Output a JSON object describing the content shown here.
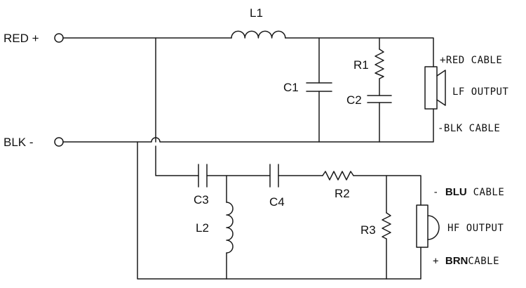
{
  "terminals": {
    "red": "RED +",
    "blk": "BLK -"
  },
  "components": {
    "L1": "L1",
    "L2": "L2",
    "C1": "C1",
    "C2": "C2",
    "C3": "C3",
    "C4": "C4",
    "R1": "R1",
    "R2": "R2",
    "R3": "R3"
  },
  "lf_output": {
    "pos_cable": "+RED CABLE",
    "label": "LF OUTPUT",
    "neg_cable": "-BLK CABLE"
  },
  "hf_output": {
    "blu_prefix": "- ",
    "blu_word": "BLU",
    "blu_suffix": " CABLE",
    "label": "HF OUTPUT",
    "brn_prefix": "+ ",
    "brn_word": "BRN",
    "brn_suffix": "CABLE"
  }
}
